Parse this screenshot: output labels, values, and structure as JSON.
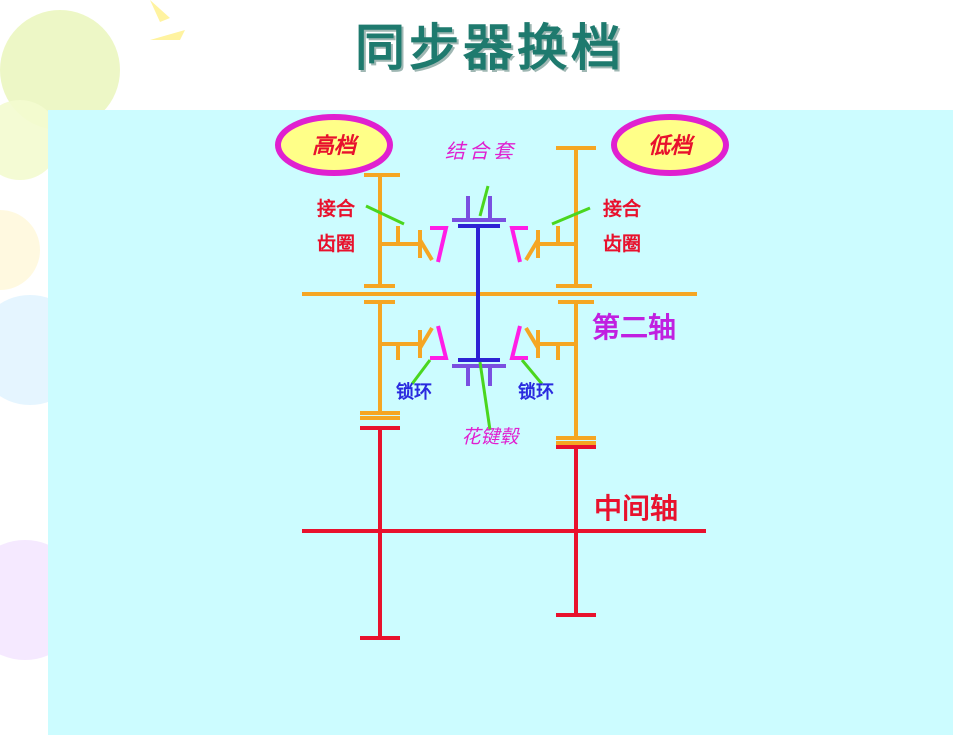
{
  "slide": {
    "title": "同步器换档"
  },
  "diagram": {
    "labels": {
      "high_gear": "高档",
      "low_gear": "低档",
      "sleeve": "结合套",
      "ring_gear_left_1": "接合",
      "ring_gear_left_2": "齿圈",
      "ring_gear_right_1": "接合",
      "ring_gear_right_2": "齿圈",
      "second_shaft": "第二轴",
      "lock_ring_left": "锁环",
      "lock_ring_right": "锁环",
      "spline_hub": "花键毂",
      "countershaft": "中间轴"
    }
  },
  "colors": {
    "panel": "#ccfcff",
    "title": "#1e7a6e",
    "orange": "#f5a623",
    "red": "#e8112d",
    "magenta": "#ff1ee6",
    "blue": "#2d22d4",
    "purple": "#7a4fe0",
    "green": "#4ad61e",
    "label_red": "#e8112d",
    "label_blue": "#2a2adf",
    "label_purple": "#c020e0",
    "ellipse_fill": "#ffff88",
    "ellipse_stroke": "#e020d0"
  }
}
